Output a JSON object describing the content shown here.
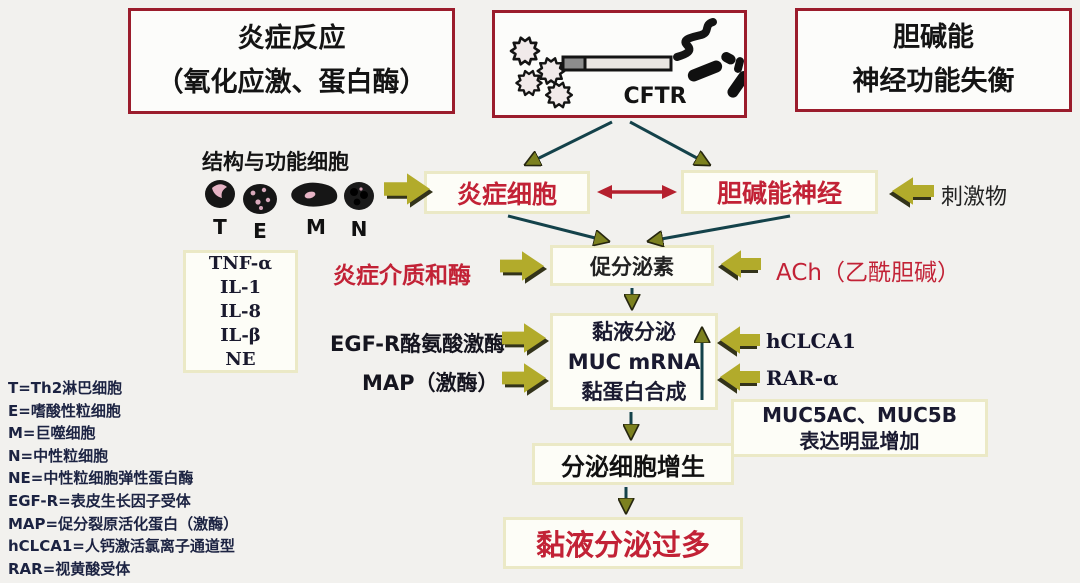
{
  "diagram": {
    "top": {
      "inflammation_line1": "炎症反应",
      "inflammation_line2": "（氧化应激、蛋白酶）",
      "cftr": "CFTR",
      "cholinergic_line1": "胆碱能",
      "cholinergic_line2": "神经功能失衡"
    },
    "cells": {
      "title": "结构与功能细胞",
      "labels": [
        "T",
        "E",
        "M",
        "N"
      ]
    },
    "nodes": {
      "inflammatory_cells": "炎症细胞",
      "cholinergic_nerve": "胆碱能神经",
      "stimulant": "刺激物",
      "mediators": "炎症介质和酶",
      "secretagogue": "促分泌素",
      "ach": "ACh（乙酰胆碱）",
      "egfr": "EGF-R酪氨酸激酶",
      "map": "MAP（激酶）",
      "hclca1": "hCLCA1",
      "rar": "RAR-α",
      "hyperplasia": "分泌细胞增生",
      "hypersecretion": "黏液分泌过多"
    },
    "cytokines": [
      "TNF-α",
      "IL-1",
      "IL-8",
      "IL-β",
      "NE"
    ],
    "mucus_box": [
      "黏液分泌",
      "MUC mRNA",
      "黏蛋白合成"
    ],
    "muc5_box": [
      "MUC5AC、MUC5B",
      "表达明显增加"
    ],
    "legend": [
      "T=Th2淋巴细胞",
      "E=嗜酸性粒细胞",
      "M=巨噬细胞",
      "N=中性粒细胞",
      "NE=中性粒细胞弹性蛋白酶",
      "EGF-R=表皮生长因子受体",
      "MAP=促分裂原活化蛋白（激酶）",
      "hCLCA1=人钙激活氯离子通道型",
      "RAR=视黄酸受体"
    ],
    "colors": {
      "red_border": "#9b1c2c",
      "red_text": "#c22236",
      "pale_border": "#ebe9c6",
      "olive_arrow": "#b2ab2b",
      "teal_line": "#14424a",
      "legend_text": "#1c2342"
    }
  }
}
